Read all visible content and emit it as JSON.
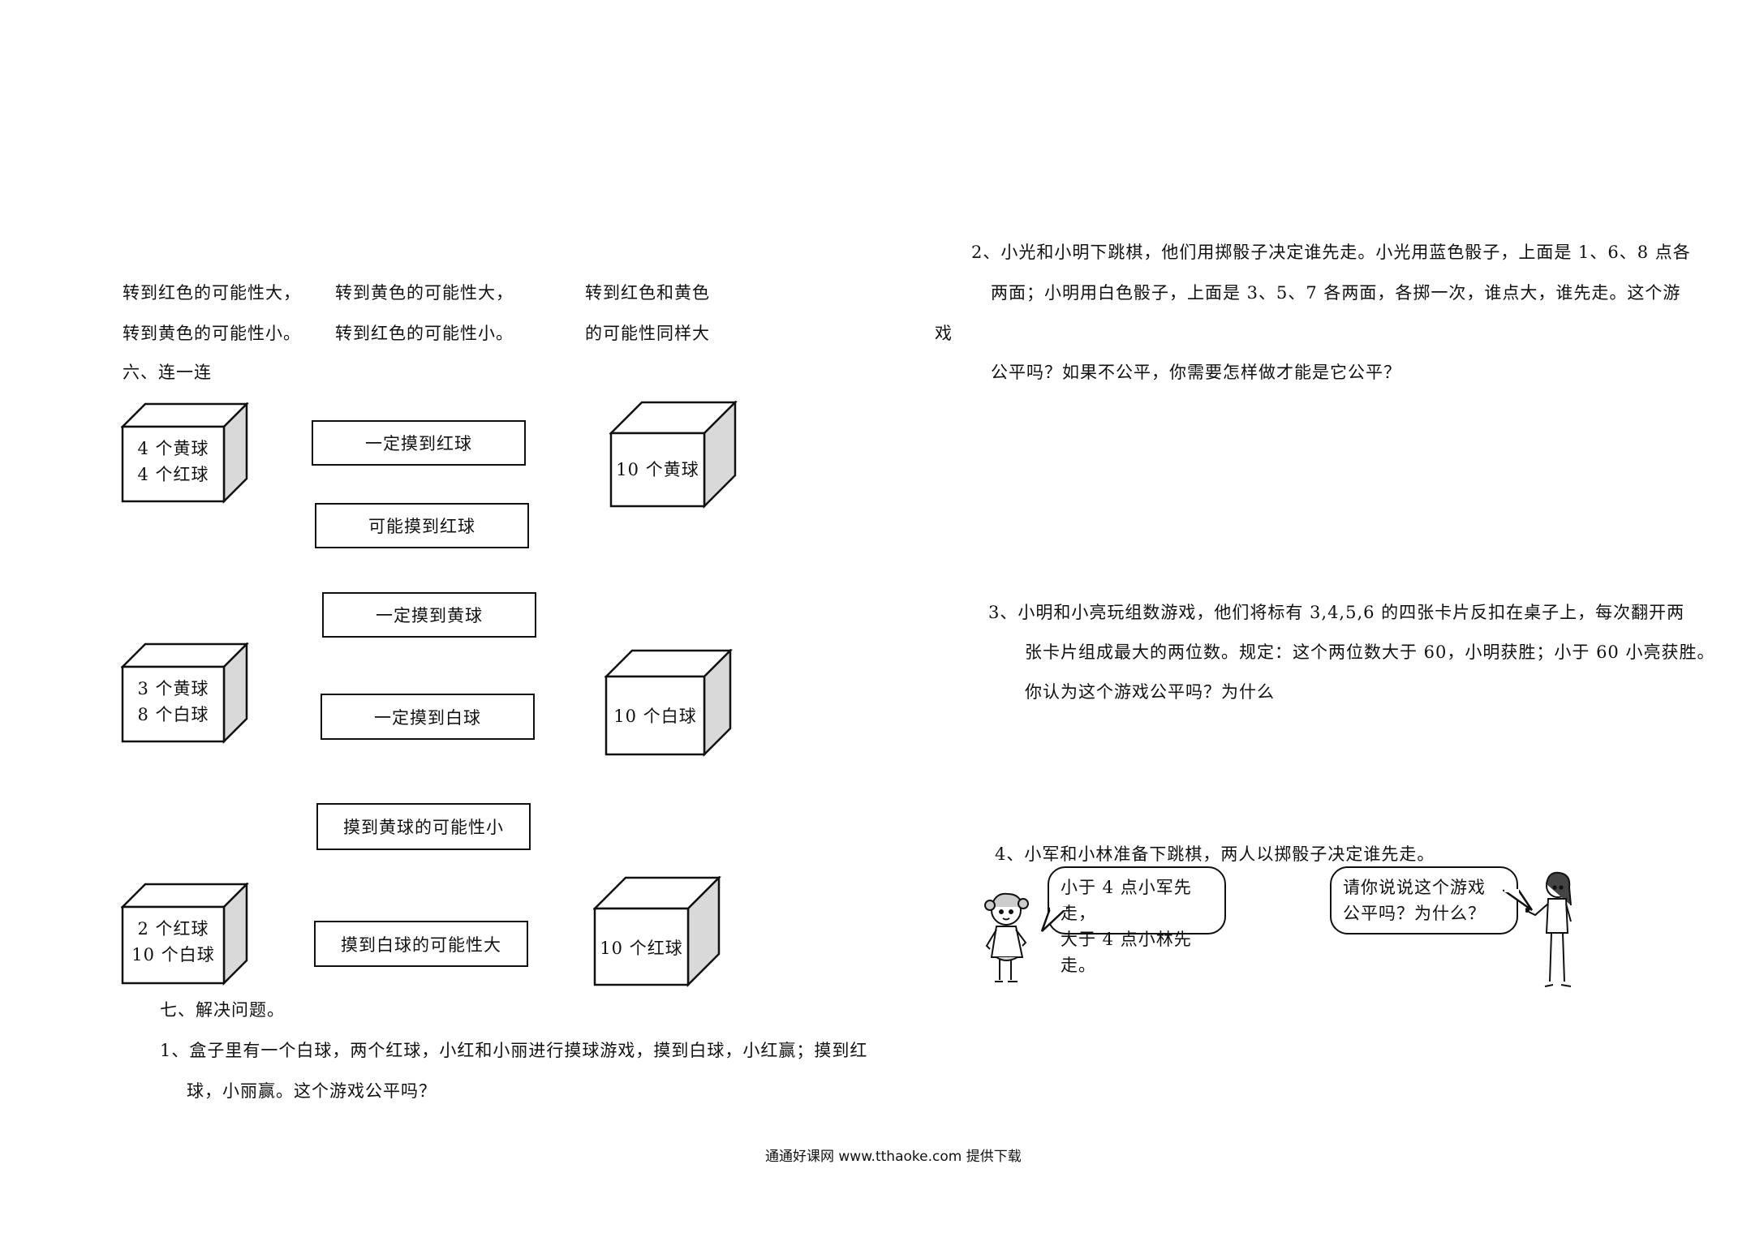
{
  "spinner_options": {
    "a_line1": "转到红色的可能性大，",
    "a_line2": "转到黄色的可能性小。",
    "b_line1": "转到黄色的可能性大，",
    "b_line2": "转到红色的可能性小。",
    "c_line1": "转到红色和黄色",
    "c_line2": "的可能性同样大"
  },
  "section6": {
    "title": "六、连一连",
    "left_boxes": [
      {
        "line1": "4 个黄球",
        "line2": "4 个红球"
      },
      {
        "line1": "3 个黄球",
        "line2": "8 个白球"
      },
      {
        "line1": "2 个红球",
        "line2": "10 个白球"
      }
    ],
    "middle_statements": [
      "一定摸到红球",
      "可能摸到红球",
      "一定摸到黄球",
      "一定摸到白球",
      "摸到黄球的可能性小",
      "摸到白球的可能性大"
    ],
    "right_boxes": [
      "10 个黄球",
      "10 个白球",
      "10 个红球"
    ]
  },
  "section7": {
    "title": "七、解决问题。",
    "q1_line1": "1、盒子里有一个白球，两个红球，小红和小丽进行摸球游戏，摸到白球，小红赢；摸到红",
    "q1_line2": "球，小丽赢。这个游戏公平吗？"
  },
  "right_column": {
    "q2_line1": "2、小光和小明下跳棋，他们用掷骰子决定谁先走。小光用蓝色骰子，上面是 1、6、8 点各",
    "q2_line2": "两面；小明用白色骰子，上面是 3、5、7 各两面，各掷一次，谁点大，谁先走。这个游",
    "q2_line2b": "戏",
    "q2_line3": "公平吗？如果不公平，你需要怎样做才能是它公平？",
    "q3_line1": "3、小明和小亮玩组数游戏，他们将标有 3,4,5,6 的四张卡片反扣在桌子上，每次翻开两",
    "q3_line2": "张卡片组成最大的两位数。规定：这个两位数大于 60，小明获胜；小于 60 小亮获胜。",
    "q3_line3": "你认为这个游戏公平吗？为什么",
    "q4_line1": "4、小军和小林准备下跳棋，两人以掷骰子决定谁先走。",
    "bubble_left_1": "小于 4 点小军先走，",
    "bubble_left_2": "大于 4 点小林先走。",
    "bubble_right_1": "请你说说这个游戏",
    "bubble_right_2": "公平吗？为什么？"
  },
  "footer": "通通好课网  www.tthaoke.com  提供下载"
}
